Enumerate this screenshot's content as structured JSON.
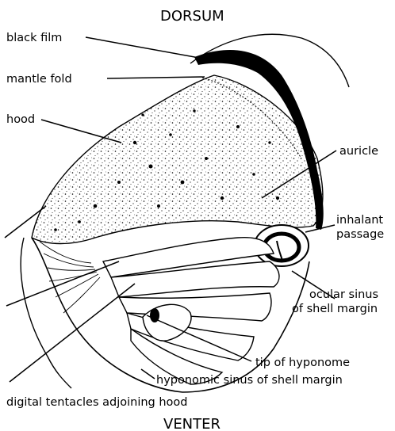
{
  "orientation": {
    "top": "DORSUM",
    "bottom": "VENTER"
  },
  "labels": {
    "black_film": "black film",
    "mantle_fold": "mantle fold",
    "hood": "hood",
    "auricle": "auricle",
    "inhalant_line1": "inhalant",
    "inhalant_line2": "passage",
    "ocular_line1": "ocular sinus",
    "ocular_line2": "of shell margin",
    "tip_hyponome": "tip of hyponome",
    "hyponomic_sinus": "hyponomic sinus of shell margin",
    "digital_tentacles": "digital tentacles adjoining hood"
  },
  "colors": {
    "ink": "#000000",
    "paper": "#ffffff"
  }
}
